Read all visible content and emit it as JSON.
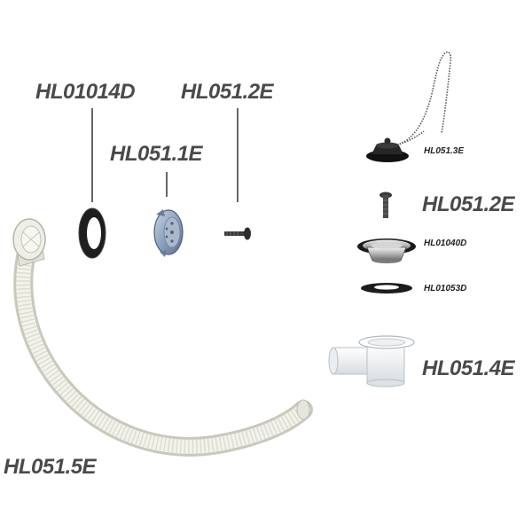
{
  "labels": {
    "washer_top": "HL01014D",
    "screw_top": "HL051.2E",
    "grid_plate": "HL051.1E",
    "plug_chain": "HL051.3E",
    "screw_right": "HL051.2E",
    "strainer": "HL01040D",
    "gasket_right": "HL01053D",
    "outlet_body": "HL051.4E",
    "hose": "HL051.5E"
  },
  "colors": {
    "label_text": "#4a4a4a",
    "rubber": "#1e1e1e",
    "plastic": "#eeeee6",
    "metal": "#8da2bf"
  }
}
